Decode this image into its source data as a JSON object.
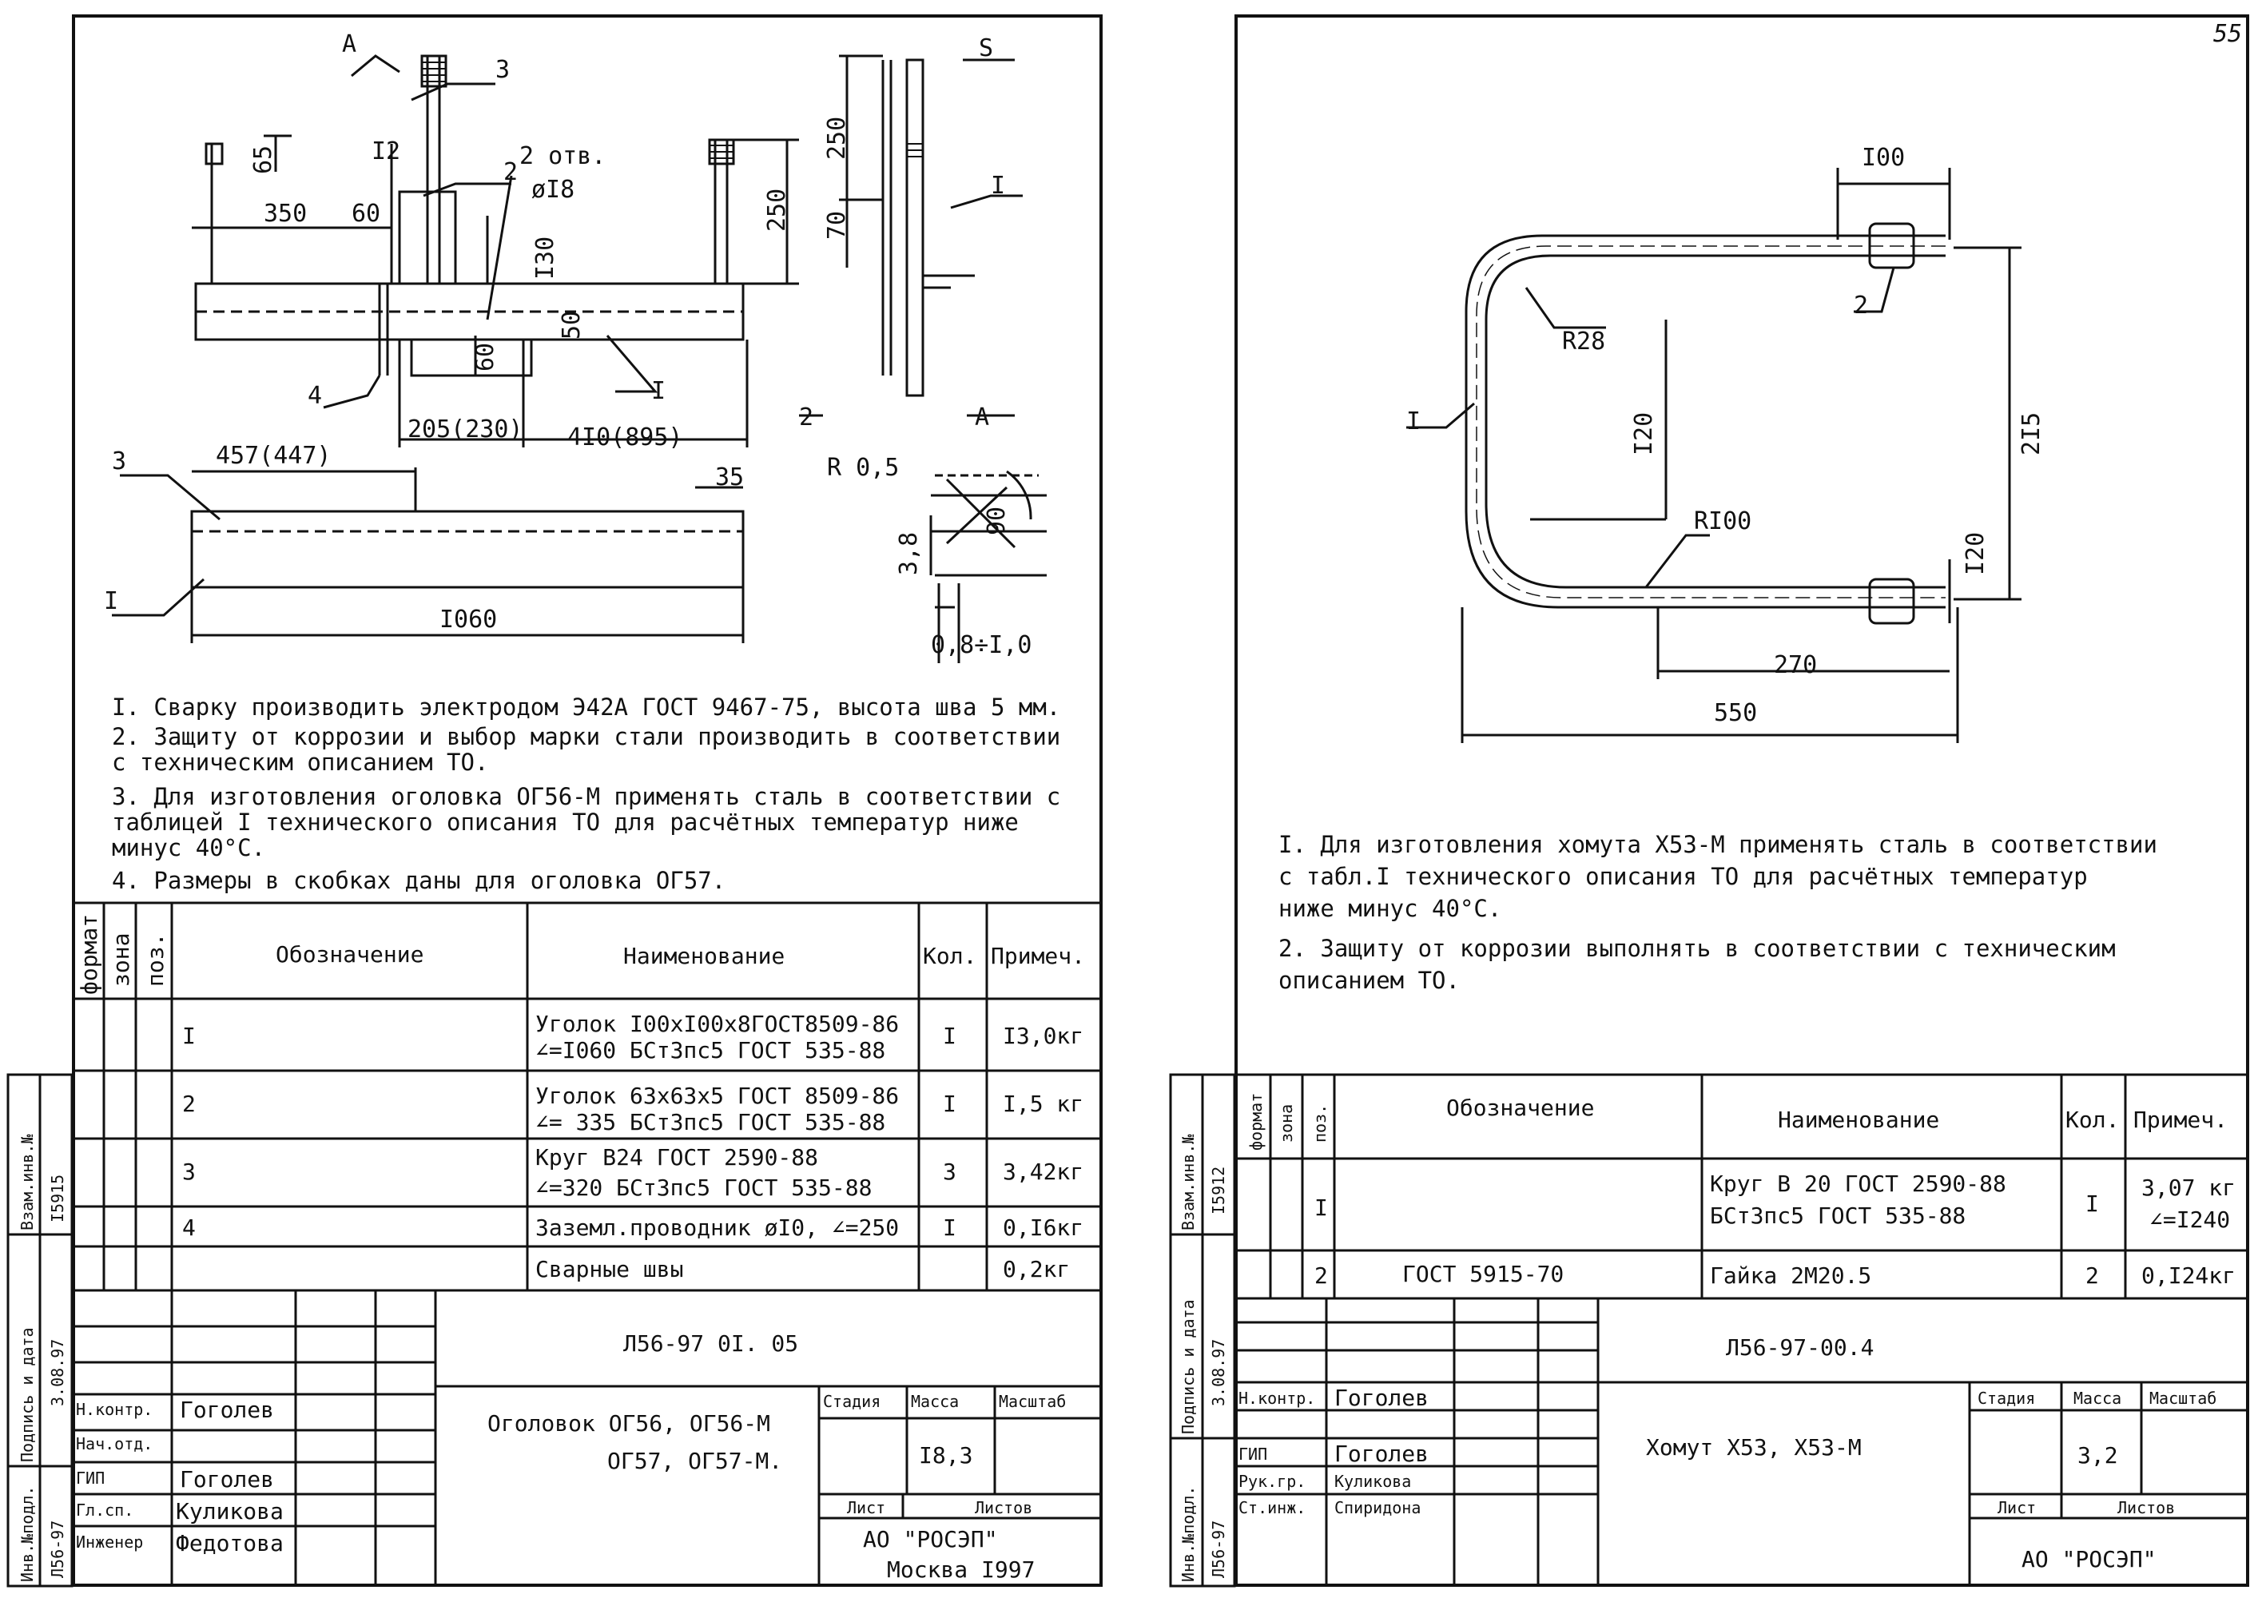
{
  "left": {
    "drawing": {
      "labels": {
        "A_top": "A",
        "s_view": "S",
        "callout_3": "3",
        "callout_2": "2",
        "callout_4": "4",
        "callout_I_right": "I",
        "callout_I_mid": "I",
        "callout_3_bottom": "3",
        "callout_I_bottom": "I",
        "holes": "2 отв.",
        "hole_dia": "øI8",
        "dim_65": "65",
        "dim_12": "I2",
        "dim_350": "350",
        "dim_60": "60",
        "dim_130": "I30",
        "dim_250": "250",
        "dim_250s": "250",
        "dim_70": "70",
        "dim_60b": "60",
        "dim_50": "50",
        "dim_205": "205(230)",
        "dim_410": "4I0(895)",
        "dim_457": "457(447)",
        "dim_35": "35",
        "dim_1060": "I060",
        "detail2": "2",
        "detailA": "A",
        "r05": "R 0,5",
        "d38": "3,8",
        "a90": "90",
        "gap": "0,8÷I,0"
      }
    },
    "notes": [
      "I. Сварку производить электродом Э42А ГОСТ 9467-75, высота шва 5 мм.",
      "2. Защиту от коррозии и выбор марки стали производить в соответствии",
      "    с техническим описанием ТО.",
      "3. Для изготовления оголовка ОГ56-М применять сталь в соответствии с",
      "    таблицей I технического описания ТО для расчётных температур ниже",
      "    минус 40°С.",
      "4. Размеры в скобках даны для оголовка ОГ57."
    ],
    "spec_header": {
      "format": "формат",
      "zone": "зона",
      "pos": "поз.",
      "designation": "Обозначение",
      "name": "Наименование",
      "qty": "Кол.",
      "note": "Примеч."
    },
    "spec_rows": [
      {
        "pos": "I",
        "name1": "Уголок  I00хI00х8ГОСТ8509-86",
        "name2": "∠=I060  БСт3пс5 ГОСТ 535-88",
        "qty": "I",
        "note": "I3,0кг"
      },
      {
        "pos": "2",
        "name1": "Уголок  63х63х5 ГОСТ 8509-86",
        "name2": "∠= 335  БСт3пс5 ГОСТ 535-88",
        "qty": "I",
        "note": "I,5 кг"
      },
      {
        "pos": "3",
        "name1": "Круг  В24 ГОСТ 2590-88",
        "name2": "∠=320  БСт3пс5 ГОСТ 535-88",
        "qty": "3",
        "note": "3,42кг"
      },
      {
        "pos": "4",
        "name1": "Заземл.проводник øI0, ∠=250",
        "name2": "",
        "qty": "I",
        "note": "0,I6кг"
      },
      {
        "pos": "",
        "name1": "Сварные швы",
        "name2": "",
        "qty": "",
        "note": "0,2кг"
      }
    ],
    "title_block": {
      "code": "Л56-97 0I. 05",
      "title1": "Оголовок ОГ56, ОГ56-М",
      "title2": "ОГ57, ОГ57-М.",
      "stage": "Стадия",
      "mass": "Масса",
      "scale": "Масштаб",
      "mass_value": "I8,3",
      "sheet": "Лист",
      "sheets": "Листов",
      "org1": "АО \"РОСЭП\"",
      "org2": "Москва I997",
      "roles": [
        {
          "role": "Н.контр.",
          "name": "Гоголев"
        },
        {
          "role": "Нач.отд.",
          "name": ""
        },
        {
          "role": "ГИП",
          "name": "Гоголев"
        },
        {
          "role": "Гл.сп.",
          "name": "Куликова"
        },
        {
          "role": "Инженер",
          "name": "Федотова"
        }
      ]
    },
    "side_stamp": {
      "inv": "Инв.№подл.",
      "sign_date": "Подпись и дата",
      "replace": "Взам.инв.№",
      "doc": "Л56-97",
      "date": "3.08.97",
      "num": "I5915"
    }
  },
  "right": {
    "page_number": "55",
    "drawing": {
      "dim_100": "I00",
      "dim_215": "2I5",
      "dim_120": "I20",
      "dim_120b": "I20",
      "r28": "R28",
      "r100": "RI00",
      "dim_270": "270",
      "dim_550": "550",
      "callout_I": "I",
      "callout_2": "2"
    },
    "notes": [
      "I. Для изготовления хомута Х53-М применять сталь в соответствии",
      "    с табл.I технического описания ТО  для расчётных температур",
      "    ниже минус 40°С.",
      "2. Защиту от коррозии выполнять в соответствии с техническим",
      "    описанием ТО."
    ],
    "spec_header": {
      "format": "формат",
      "zone": "зона",
      "pos": "поз.",
      "designation": "Обозначение",
      "name": "Наименование",
      "qty": "Кол.",
      "note": "Примеч."
    },
    "spec_rows": [
      {
        "pos": "I",
        "designation": "",
        "name1": "Круг  В 20 ГОСТ 2590-88",
        "name2": "        БСт3пс5 ГОСТ 535-88",
        "qty": "I",
        "note1": "3,07 кг",
        "note2": "∠=I240"
      },
      {
        "pos": "2",
        "designation": "ГОСТ 5915-70",
        "name1": "Гайка 2М20.5",
        "name2": "",
        "qty": "2",
        "note1": "0,I24кг",
        "note2": ""
      }
    ],
    "title_block": {
      "code": "Л56-97-00.4",
      "title": "Хомут Х53, Х53-М",
      "stage": "Стадия",
      "mass": "Масса",
      "scale": "Масштаб",
      "mass_value": "3,2",
      "sheet": "Лист",
      "sheets": "Листов",
      "org": "АО \"РОСЭП\"",
      "roles": [
        {
          "role": "Н.контр.",
          "name": "Гоголев"
        },
        {
          "role": "ГИП",
          "name": "Гоголев"
        },
        {
          "role": "Рук.гр.",
          "name": "Куликова"
        },
        {
          "role": "Ст.инж.",
          "name": "Спиридона"
        }
      ]
    },
    "side_stamp": {
      "inv": "Инв.№подл.",
      "sign_date": "Подпись и дата",
      "replace": "Взам.инв.№",
      "doc": "Л56-97",
      "date": "3.08.97",
      "num": "I5912"
    }
  }
}
